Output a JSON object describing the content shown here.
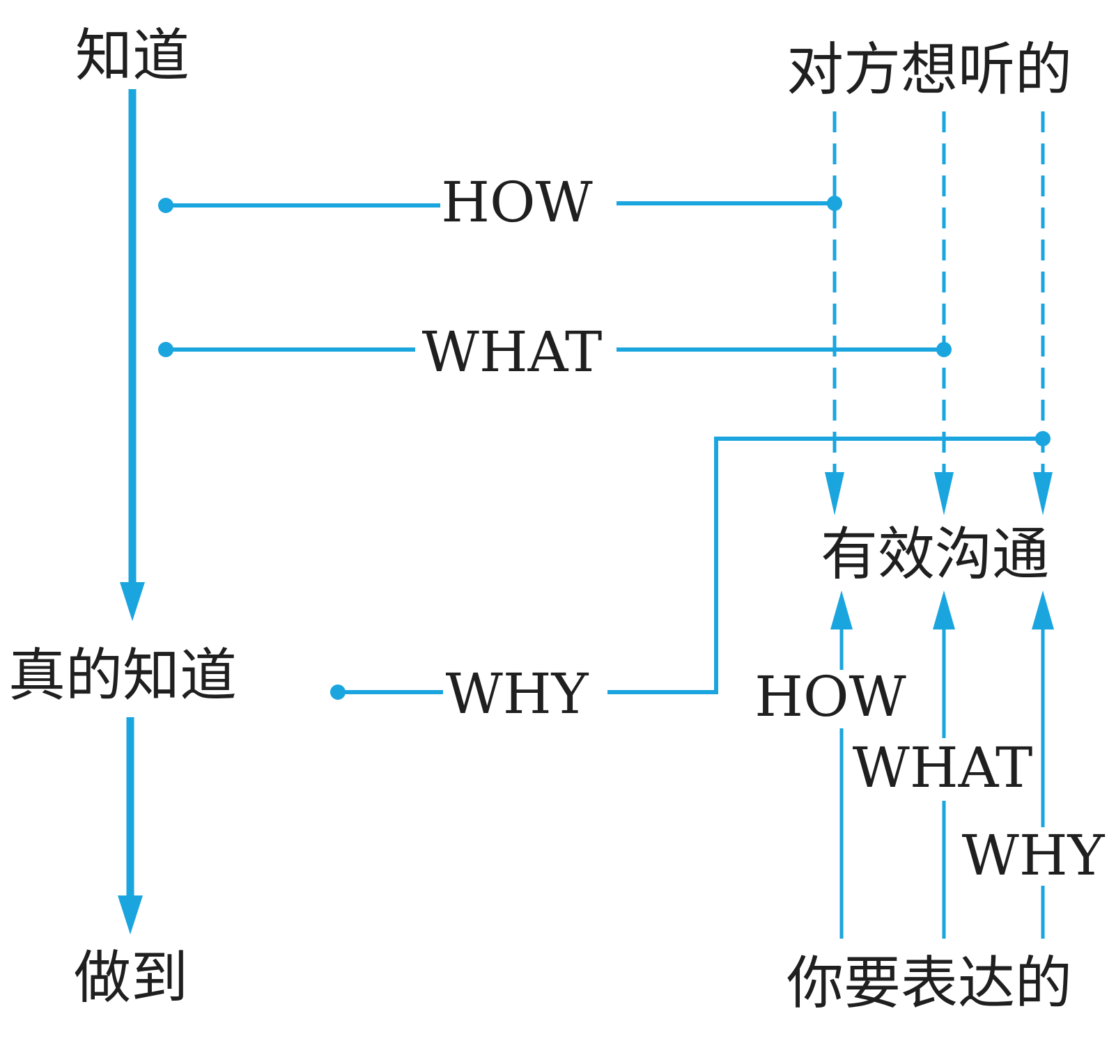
{
  "colors": {
    "line": "#1aa5df",
    "text": "#1f1f1f",
    "background": "#ffffff"
  },
  "left": {
    "top": "知道",
    "middle": "真的知道",
    "bottom": "做到"
  },
  "right": {
    "top": "对方想听的",
    "middle": "有效沟通",
    "bottom": "你要表达的"
  },
  "links": {
    "how": "HOW",
    "what": "WHAT",
    "why": "WHY"
  },
  "bottom_labels": {
    "how": "HOW",
    "what": "WHAT",
    "why": "WHY"
  }
}
